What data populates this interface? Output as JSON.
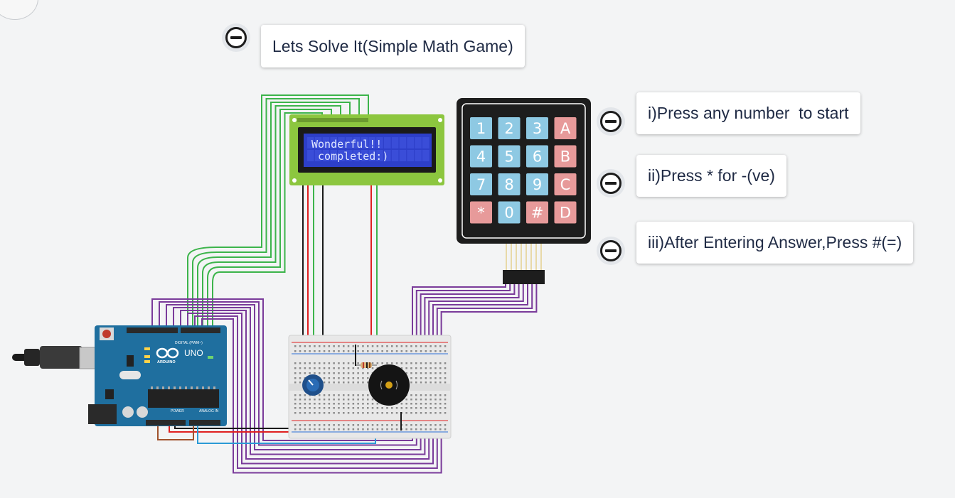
{
  "circuit_title": "Lets Solve It(Simple Math Game)",
  "instructions": [
    {
      "text": "i)Press any number  to start"
    },
    {
      "text": "ii)Press * for -(ve)"
    },
    {
      "text": "iii)After Entering Answer,Press #(=)"
    }
  ],
  "lcd": {
    "line1": "Wonderful!!",
    "line2": " completed:)"
  },
  "keypad": {
    "keys": [
      [
        "1",
        "2",
        "3",
        "A"
      ],
      [
        "4",
        "5",
        "6",
        "B"
      ],
      [
        "7",
        "8",
        "9",
        "C"
      ],
      [
        "*",
        "0",
        "#",
        "D"
      ]
    ],
    "number_key_color": "#8ec9e3",
    "letter_key_color": "#e79a9a"
  },
  "arduino": {
    "brand": "ARDUINO",
    "model": "UNO",
    "digital_label": "DIGITAL (PWM~)",
    "power_label": "POWER",
    "analog_label": "ANALOG IN"
  },
  "colors": {
    "background": "#f3f4f5",
    "wire_green": "#3cb44b",
    "wire_purple": "#7a3b9a",
    "wire_red": "#e02020",
    "wire_black": "#1a1a1a",
    "wire_blue": "#2b9ad6",
    "wire_brown": "#a0522d",
    "arduino_blue": "#1f6f9f",
    "lcd_green": "#8cc63f",
    "lcd_screen": "#2d3fc9"
  }
}
